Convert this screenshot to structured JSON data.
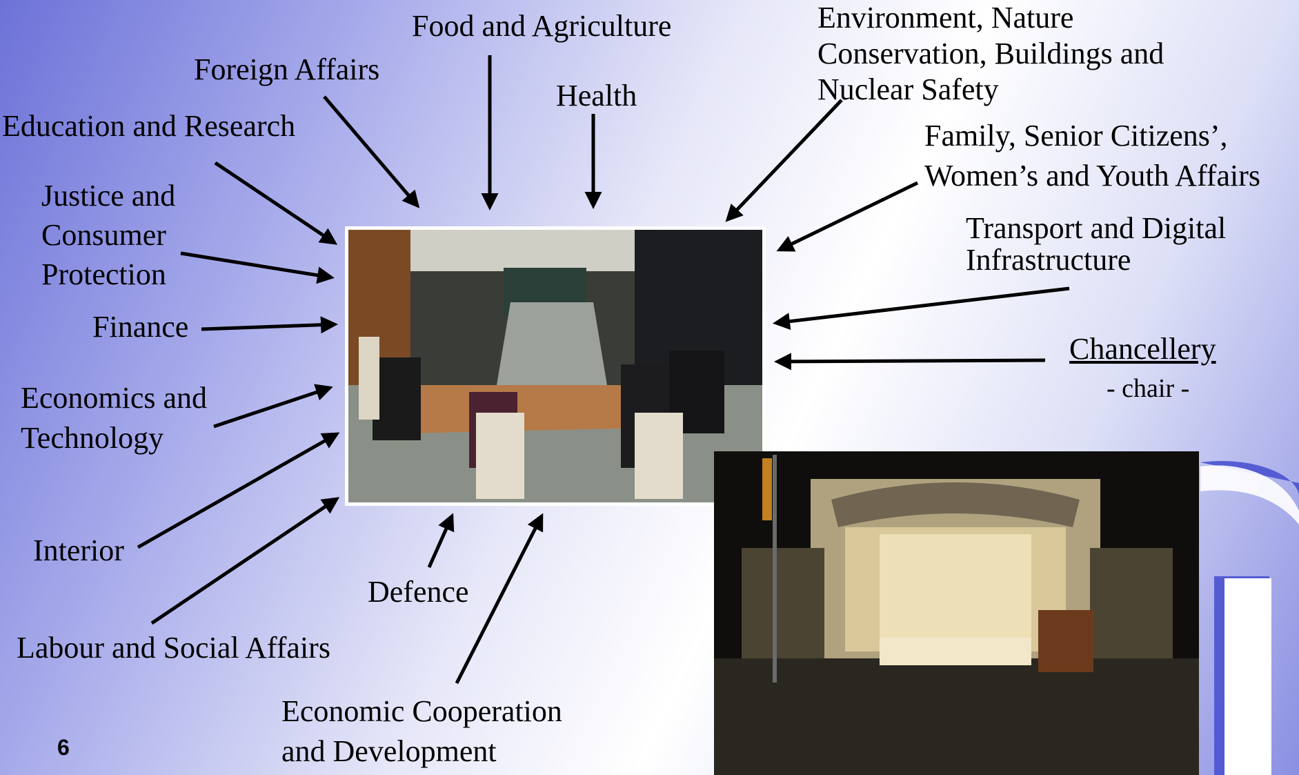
{
  "ministries": {
    "food": "Food and Agriculture",
    "foreign": "Foreign Affairs",
    "health": "Health",
    "environment": [
      "Environment, Nature",
      "Conservation, Buildings and",
      "Nuclear Safety"
    ],
    "family": [
      "Family, Senior Citizens’,",
      "Women’s and Youth  Affairs"
    ],
    "education": "Education and Research",
    "justice": [
      "Justice and",
      "Consumer",
      "Protection"
    ],
    "transport": [
      "Transport and Digital",
      "Infrastructure"
    ],
    "finance": "Finance",
    "economics": [
      "Economics and",
      "Technology"
    ],
    "interior": "Interior",
    "labour": "Labour and Social Affairs",
    "defence": "Defence",
    "cooperation": [
      "Economic Cooperation",
      "and Development"
    ]
  },
  "chancellery": {
    "label": "Chancellery",
    "role": "- chair -"
  },
  "slide_number": "6",
  "colors": {
    "arrow": "#000000",
    "accent": "#4b52d0"
  }
}
